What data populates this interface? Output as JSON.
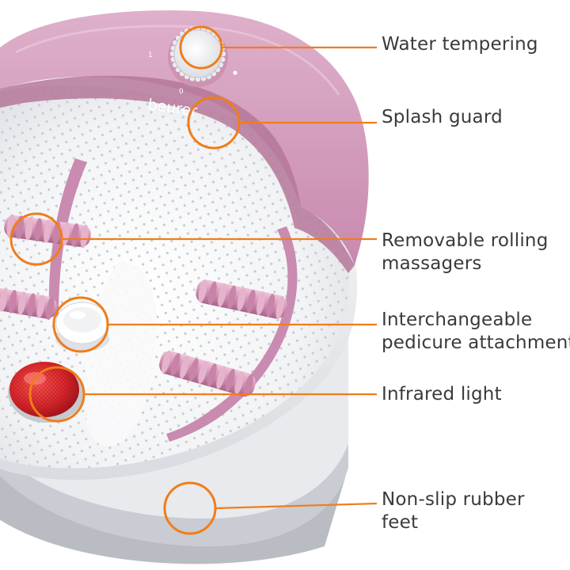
{
  "brand": "beurer",
  "colors": {
    "callout": "#f07d1a",
    "body_pink": "#cf9ab8",
    "roller_pink": "#d79bb7",
    "infrared_red": "#d8232a",
    "basin_white": "#f4f5f6"
  },
  "dial_marks": [
    "1",
    "0"
  ],
  "callouts": [
    {
      "id": "water-tempering",
      "lines": [
        "Water tempering"
      ]
    },
    {
      "id": "splash-guard",
      "lines": [
        "Splash guard"
      ]
    },
    {
      "id": "rolling-massagers",
      "lines": [
        "Removable rolling",
        "massagers"
      ]
    },
    {
      "id": "pedicure-attachments",
      "lines": [
        "Interchangeable",
        "pedicure attachments"
      ]
    },
    {
      "id": "infrared-light",
      "lines": [
        "Infrared light"
      ]
    },
    {
      "id": "rubber-feet",
      "lines": [
        "Non-slip rubber",
        "feet"
      ]
    }
  ]
}
